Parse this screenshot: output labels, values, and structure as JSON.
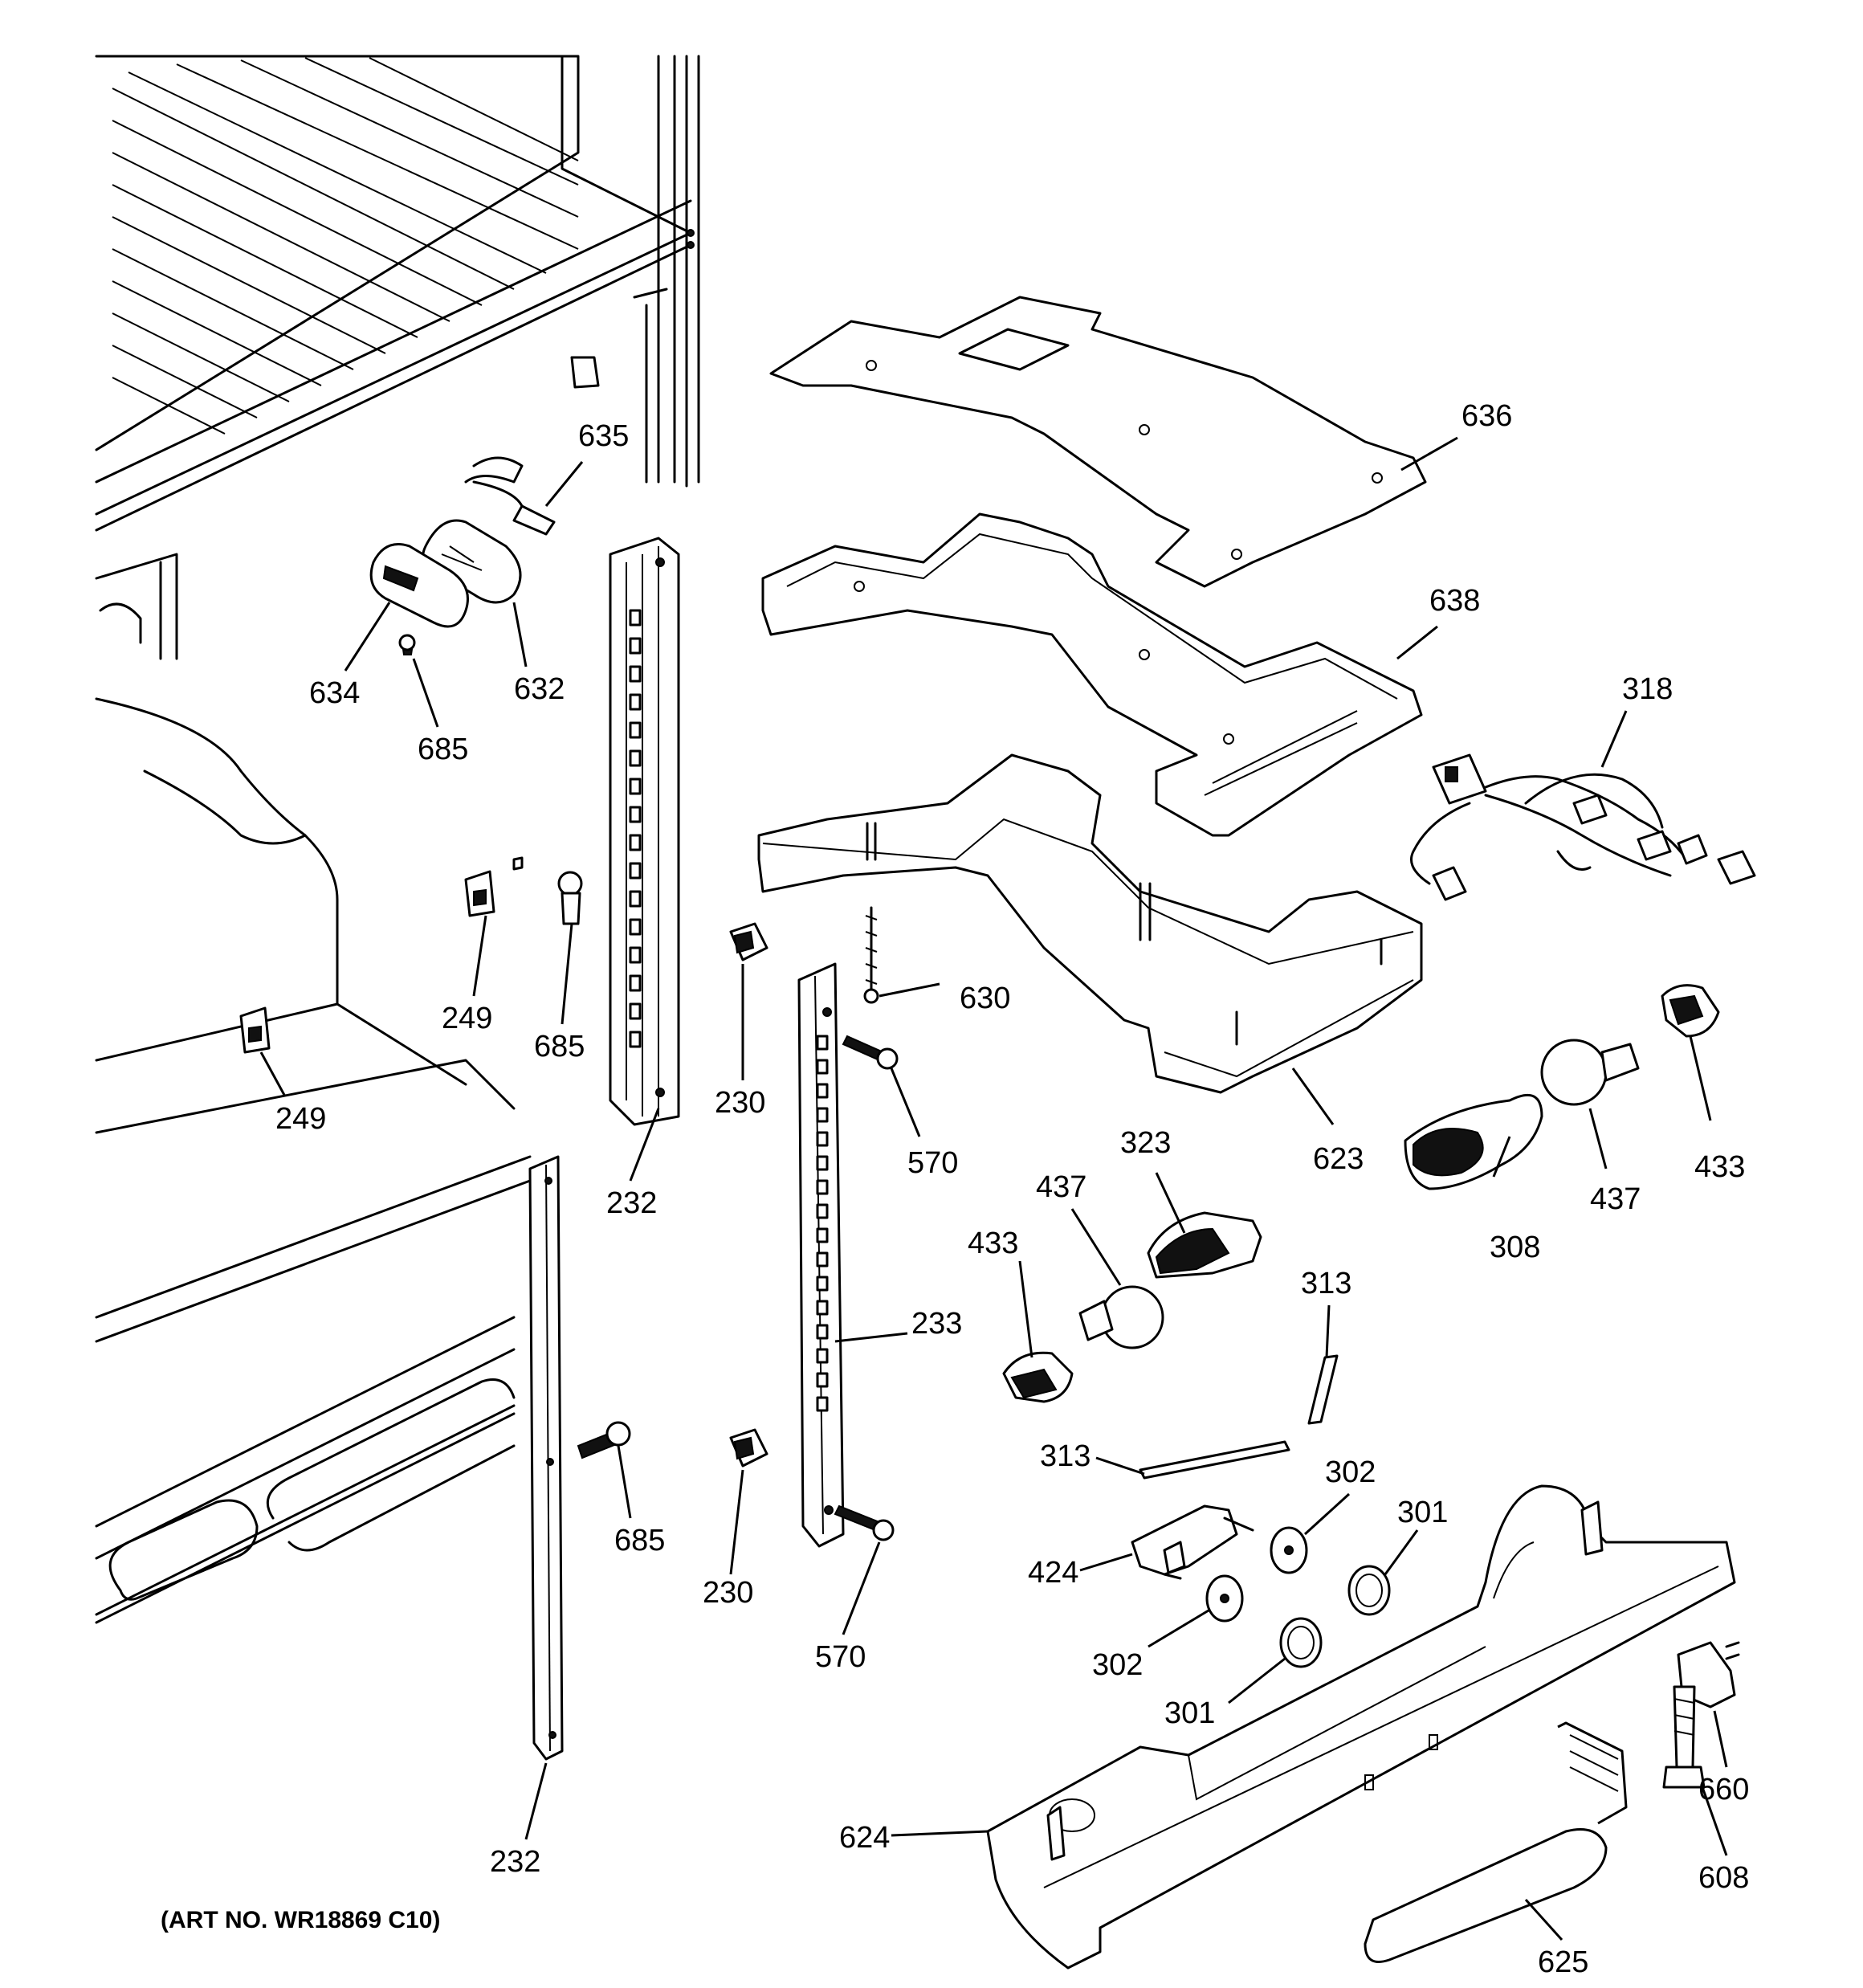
{
  "art_number": "(ART NO. WR18869 C10)",
  "callouts": [
    {
      "id": "c635",
      "label": "635"
    },
    {
      "id": "c636",
      "label": "636"
    },
    {
      "id": "c638",
      "label": "638"
    },
    {
      "id": "c318",
      "label": "318"
    },
    {
      "id": "c634",
      "label": "634"
    },
    {
      "id": "c632",
      "label": "632"
    },
    {
      "id": "c685a",
      "label": "685"
    },
    {
      "id": "c249a",
      "label": "249"
    },
    {
      "id": "c685b",
      "label": "685"
    },
    {
      "id": "c249b",
      "label": "249"
    },
    {
      "id": "c230a",
      "label": "230"
    },
    {
      "id": "c232a",
      "label": "232"
    },
    {
      "id": "c630",
      "label": "630"
    },
    {
      "id": "c570a",
      "label": "570"
    },
    {
      "id": "c623",
      "label": "623"
    },
    {
      "id": "c433a",
      "label": "433"
    },
    {
      "id": "c437a",
      "label": "437"
    },
    {
      "id": "c308",
      "label": "308"
    },
    {
      "id": "c323",
      "label": "323"
    },
    {
      "id": "c437b",
      "label": "437"
    },
    {
      "id": "c433b",
      "label": "433"
    },
    {
      "id": "c313a",
      "label": "313"
    },
    {
      "id": "c233",
      "label": "233"
    },
    {
      "id": "c313b",
      "label": "313"
    },
    {
      "id": "c302a",
      "label": "302"
    },
    {
      "id": "c301a",
      "label": "301"
    },
    {
      "id": "c424",
      "label": "424"
    },
    {
      "id": "c685c",
      "label": "685"
    },
    {
      "id": "c230b",
      "label": "230"
    },
    {
      "id": "c570b",
      "label": "570"
    },
    {
      "id": "c302b",
      "label": "302"
    },
    {
      "id": "c301b",
      "label": "301"
    },
    {
      "id": "c660",
      "label": "660"
    },
    {
      "id": "c624",
      "label": "624"
    },
    {
      "id": "c608",
      "label": "608"
    },
    {
      "id": "c232b",
      "label": "232"
    },
    {
      "id": "c625",
      "label": "625"
    }
  ]
}
